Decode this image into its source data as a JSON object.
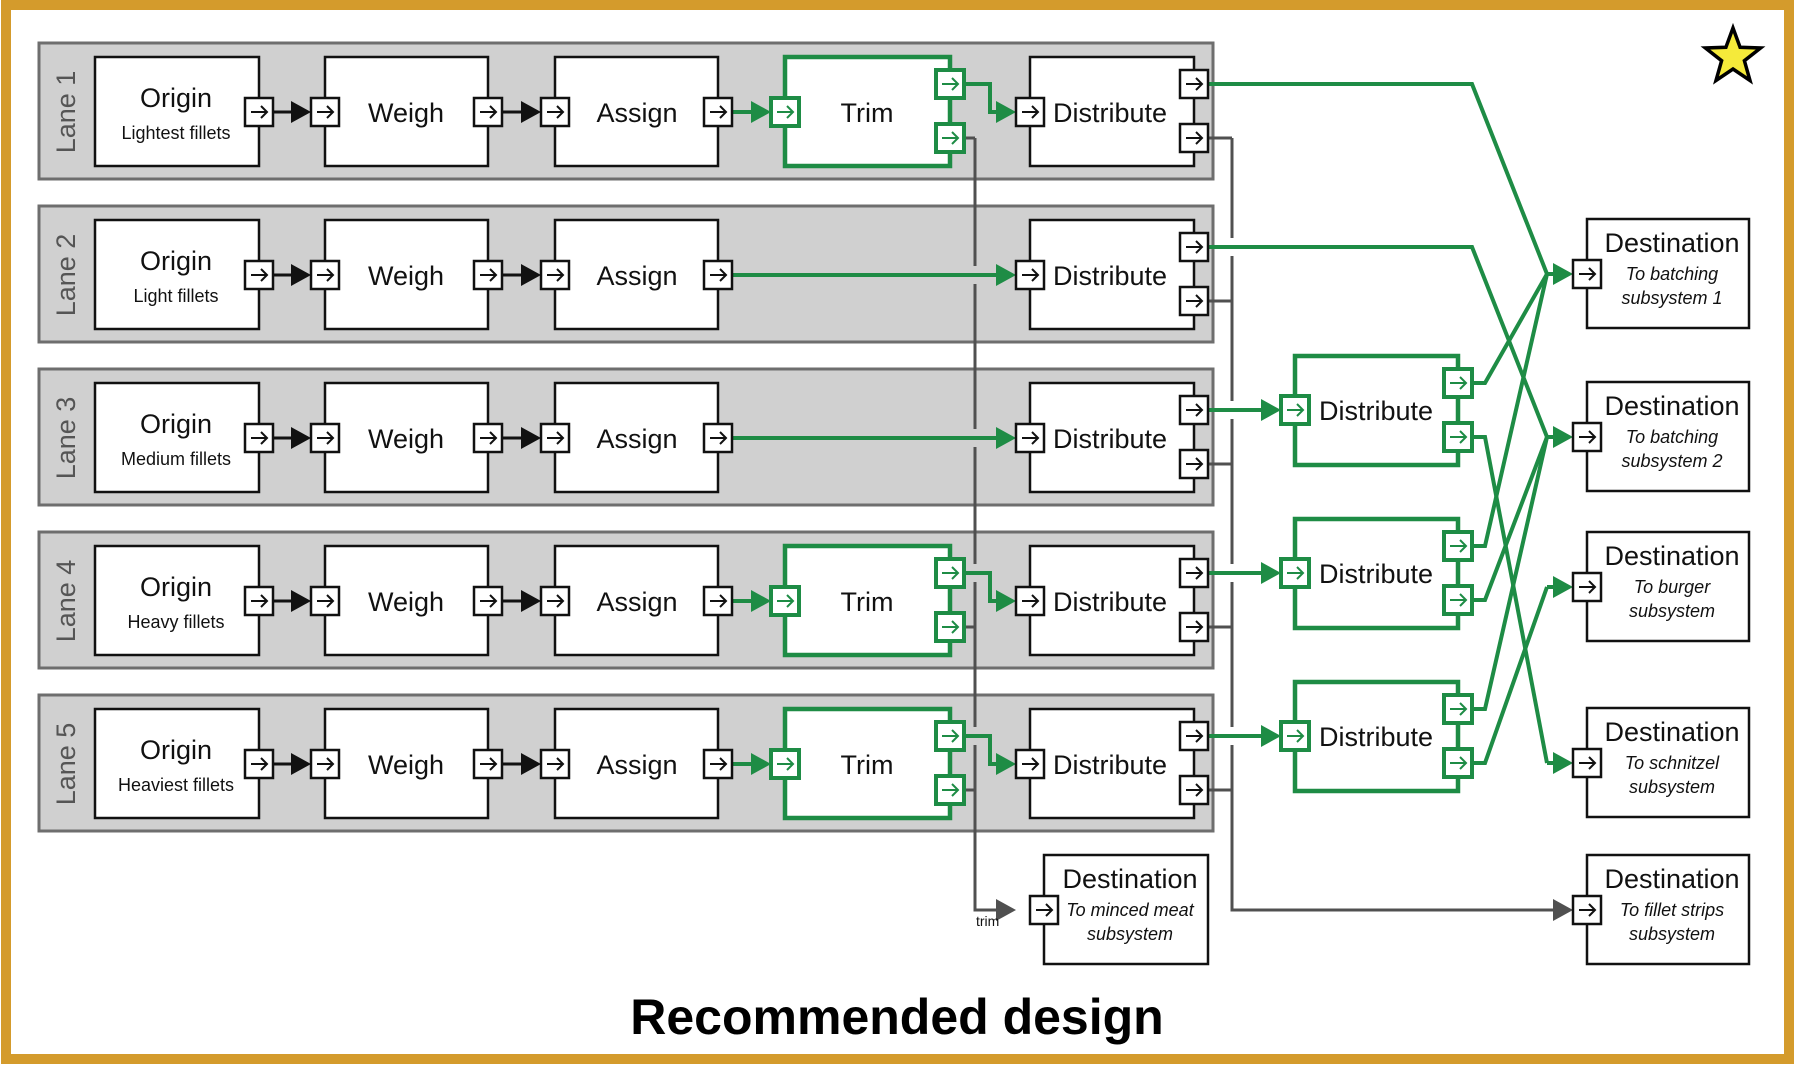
{
  "title": "Recommended design",
  "badge": {
    "icon": "star-icon",
    "color": "#F5EA3A"
  },
  "colors": {
    "frame": "#D49B2C",
    "lane_background": "#D0D0D0",
    "selected_path": "#1E8C45",
    "default_path": "#111111",
    "side_path": "#505050"
  },
  "lanes": [
    {
      "label": "Lane 1",
      "origin_title": "Origin",
      "origin_subtitle": "Lightest fillets",
      "has_trim": true
    },
    {
      "label": "Lane 2",
      "origin_title": "Origin",
      "origin_subtitle": "Light fillets",
      "has_trim": false
    },
    {
      "label": "Lane 3",
      "origin_title": "Origin",
      "origin_subtitle": "Medium fillets",
      "has_trim": false
    },
    {
      "label": "Lane 4",
      "origin_title": "Origin",
      "origin_subtitle": "Heavy fillets",
      "has_trim": true
    },
    {
      "label": "Lane 5",
      "origin_title": "Origin",
      "origin_subtitle": "Heaviest fillets",
      "has_trim": true
    }
  ],
  "blocks": {
    "weigh": "Weigh",
    "assign": "Assign",
    "trim": "Trim",
    "distribute": "Distribute"
  },
  "secondary_distributors": [
    {
      "label": "Distribute",
      "source_lane": 3
    },
    {
      "label": "Distribute",
      "source_lane": 4
    },
    {
      "label": "Distribute",
      "source_lane": 5
    }
  ],
  "destinations": [
    {
      "title": "Destination",
      "line1": "To batching",
      "line2": "subsystem 1"
    },
    {
      "title": "Destination",
      "line1": "To batching",
      "line2": "subsystem 2"
    },
    {
      "title": "Destination",
      "line1": "To burger",
      "line2": "subsystem"
    },
    {
      "title": "Destination",
      "line1": "To schnitzel",
      "line2": "subsystem"
    },
    {
      "title": "Destination",
      "line1": "To fillet strips",
      "line2": "subsystem"
    },
    {
      "title": "Destination",
      "line1": "To minced meat",
      "line2": "subsystem"
    }
  ],
  "edge_labels": {
    "trim": "trim"
  }
}
